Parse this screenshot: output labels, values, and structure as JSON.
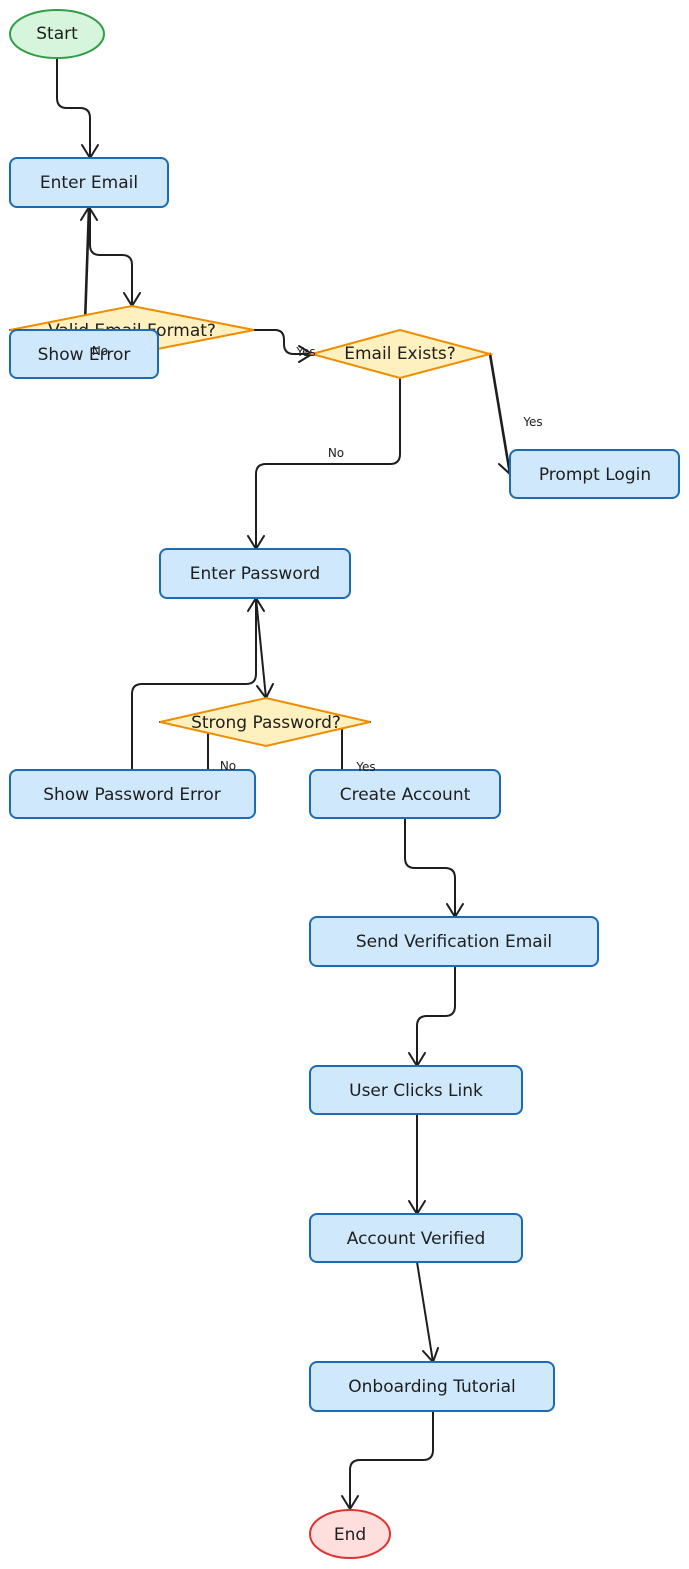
{
  "diagram": {
    "nodes": {
      "start": "Start",
      "enter_email": "Enter Email",
      "valid_email_format": "Valid Email Format?",
      "show_error": "Show Error",
      "email_exists": "Email Exists?",
      "prompt_login": "Prompt Login",
      "enter_password": "Enter Password",
      "strong_password": "Strong Password?",
      "show_password_error": "Show Password Error",
      "create_account": "Create Account",
      "send_verification_email": "Send Verification Email",
      "user_clicks_link": "User Clicks Link",
      "account_verified": "Account Verified",
      "onboarding_tutorial": "Onboarding Tutorial",
      "end": "End"
    },
    "edge_labels": {
      "email_format_no": "No",
      "email_format_yes": "Yes",
      "email_exists_no": "No",
      "email_exists_yes": "Yes",
      "password_no": "No",
      "password_yes": "Yes"
    },
    "colors": {
      "process_fill": "#cfe8fc",
      "process_stroke": "#1c6bb5",
      "decision_fill": "#fff0bf",
      "decision_stroke": "#ef8c00",
      "start_fill": "#d6f5dc",
      "start_stroke": "#2f9e44",
      "end_fill": "#ffdede",
      "end_stroke": "#e03131",
      "edge": "#1e1e1e"
    }
  }
}
